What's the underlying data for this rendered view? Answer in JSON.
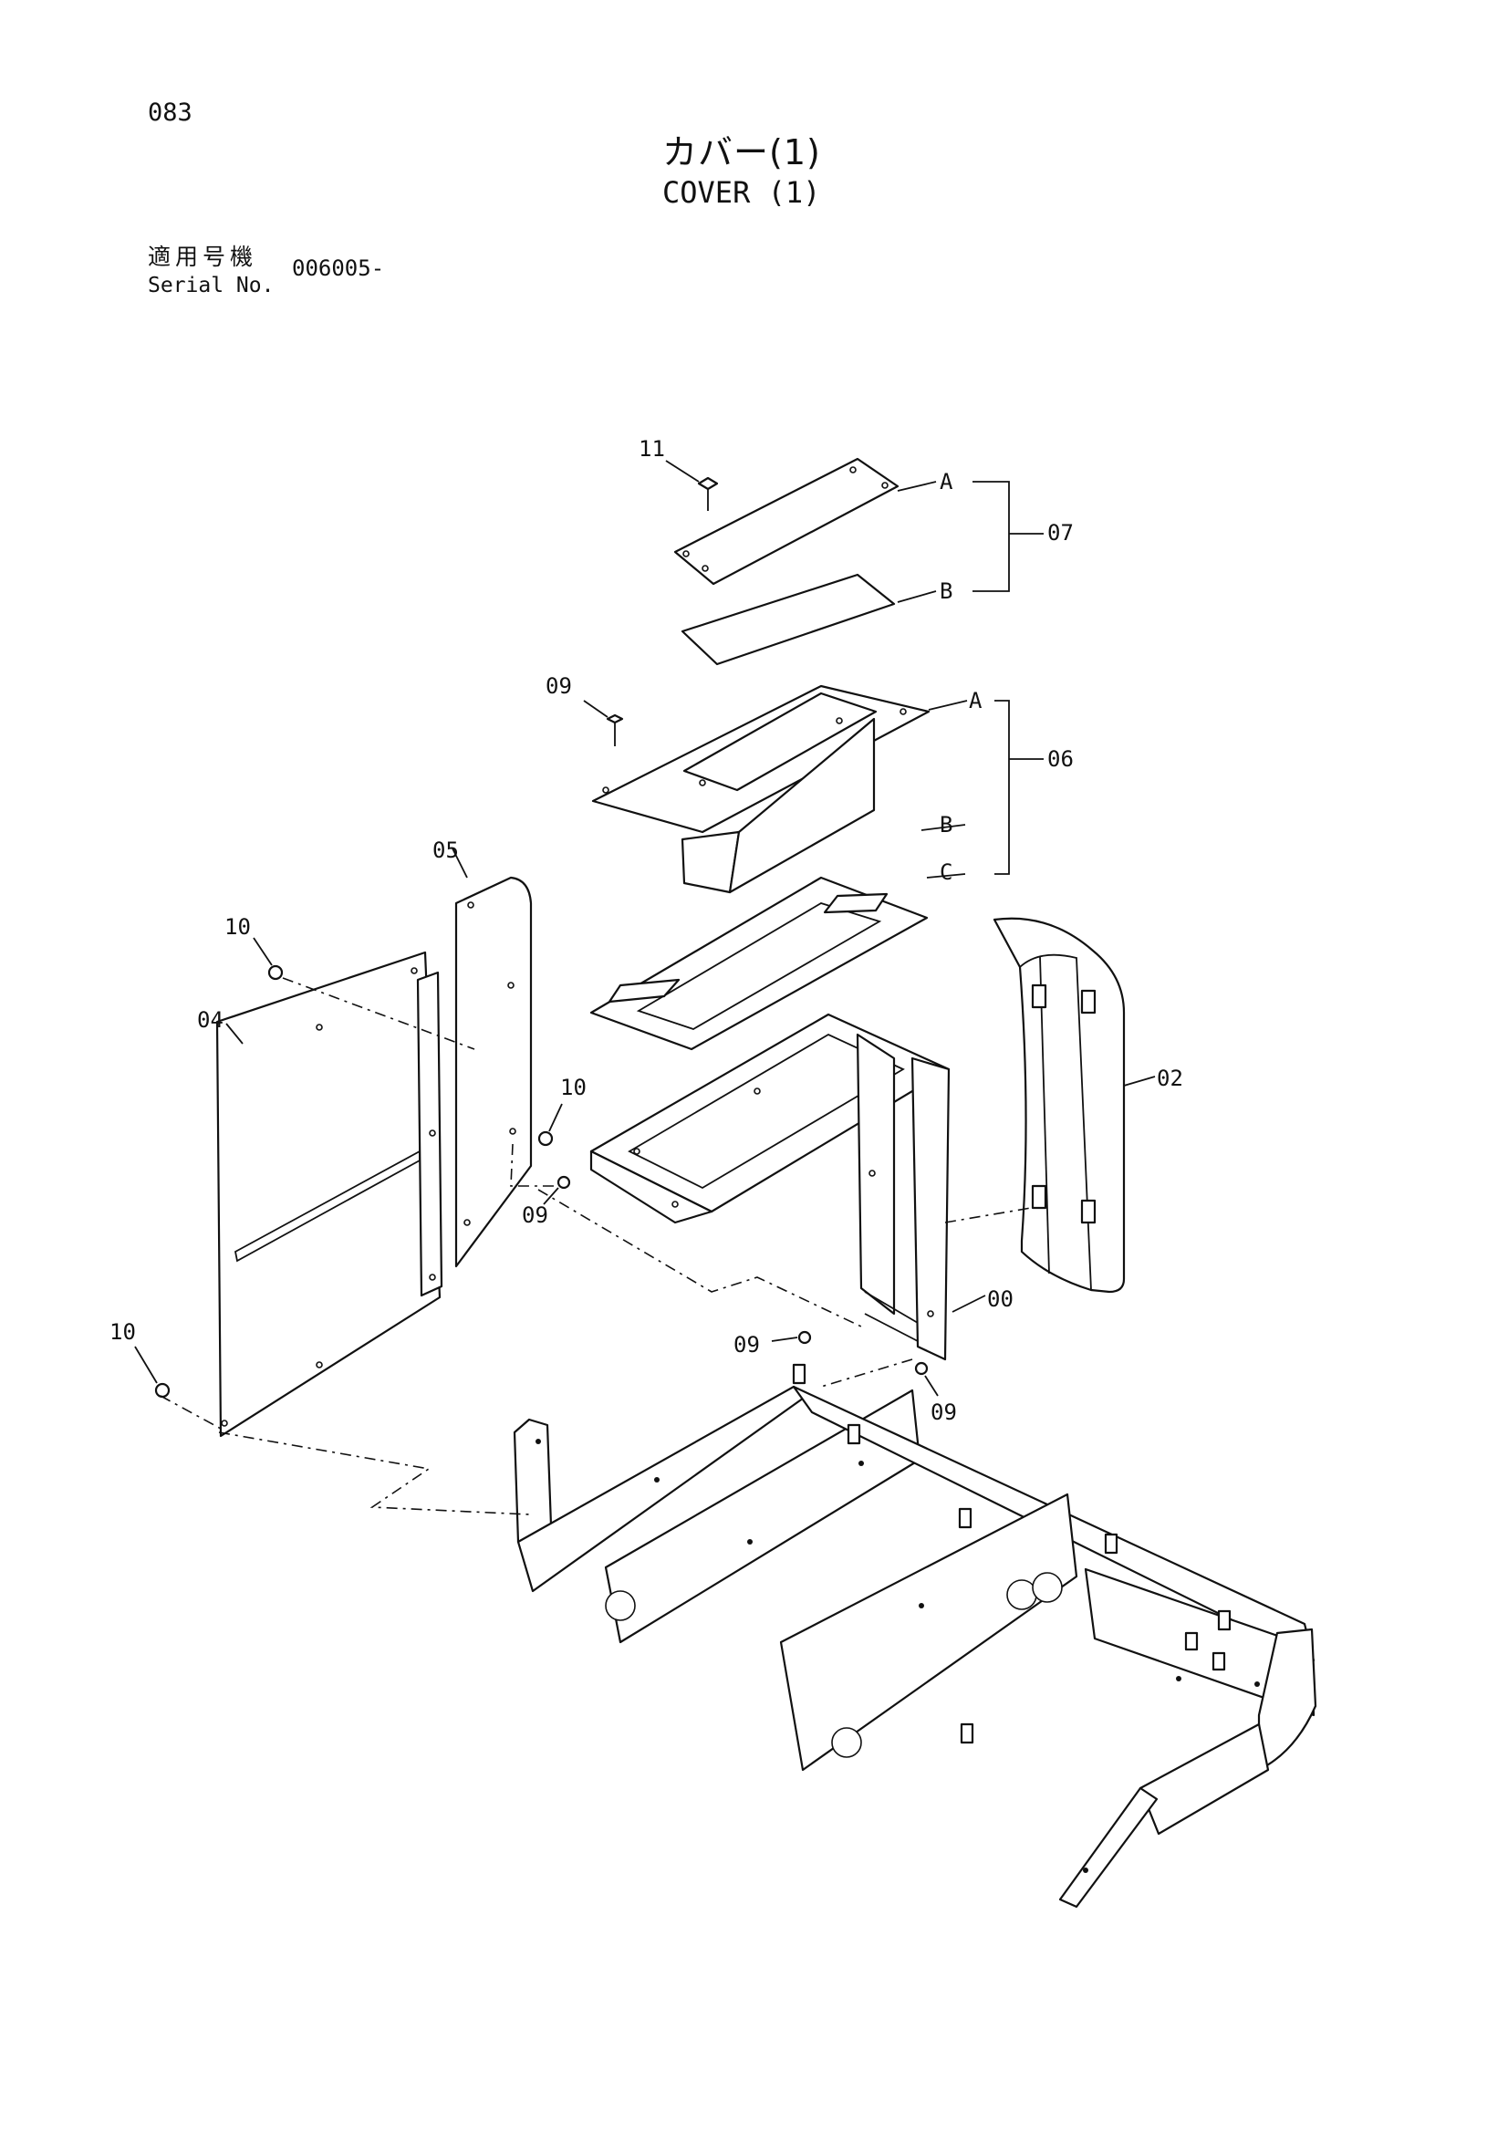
{
  "page_number": "083",
  "title_ja": "カバー(1)",
  "title_en": "COVER (1)",
  "serial": {
    "label_ja": "適用号機",
    "label_en": "Serial No.",
    "value": "006005-"
  },
  "callouts": {
    "c00": "00",
    "c02": "02",
    "c04": "04",
    "c05": "05",
    "c06": "06",
    "c07": "07",
    "c09a": "09",
    "c09b": "09",
    "c09c": "09",
    "c09d": "09",
    "c10a": "10",
    "c10b": "10",
    "c10c": "10",
    "c11": "11",
    "sub06a": "A",
    "sub06b": "B",
    "sub06c": "C",
    "sub07a": "A",
    "sub07b": "B"
  }
}
